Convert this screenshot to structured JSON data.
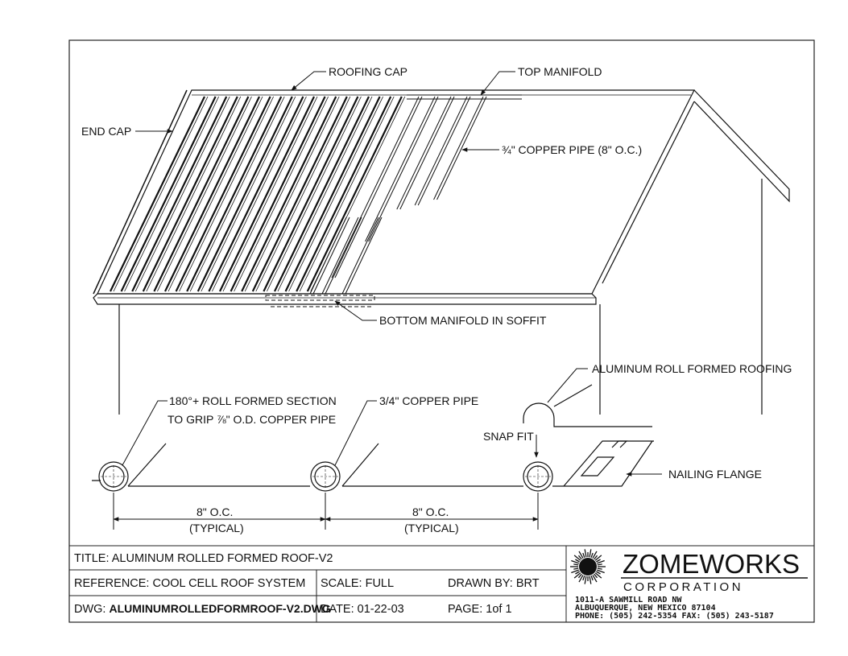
{
  "labels": {
    "roofing_cap": "ROOFING CAP",
    "top_manifold": "TOP MANIFOLD",
    "end_cap": "END CAP",
    "copper_pipe_frac": "¾",
    "copper_pipe_spacing": "\" COPPER PIPE (8\" O.C.)",
    "bottom_manifold": "BOTTOM MANIFOLD IN SOFFIT",
    "aluminum_roofing": "ALUMINUM ROLL FORMED ROOFING",
    "roll_section_line1": "180°+ ROLL FORMED SECTION",
    "roll_section_line2_prefix": "TO GRIP",
    "roll_section_frac": "⅞",
    "roll_section_line2_suffix": "\" O.D. COPPER PIPE",
    "copper_pipe_detail": "3/4\" COPPER PIPE",
    "snap_fit": "SNAP FIT",
    "nailing_flange": "NAILING FLANGE",
    "dim_left_value": "8\" O.C.",
    "dim_left_note": "(TYPICAL)",
    "dim_right_value": "8\" O.C.",
    "dim_right_note": "(TYPICAL)"
  },
  "title_block": {
    "title": "TITLE:  ALUMINUM ROLLED FORMED ROOF-V2",
    "reference": "REFERENCE:  COOL CELL ROOF SYSTEM",
    "scale": "SCALE:  FULL",
    "drawn_by": "DRAWN BY:  BRT",
    "dwg_label": "DWG:",
    "dwg_file": "ALUMINUMROLLEDFORMROOF-V2.DWG",
    "date": "DATE:  01-22-03",
    "page": "PAGE:  1of 1"
  },
  "company": {
    "name": "ZOMEWORKS",
    "suffix": "CORPORATION",
    "address1": "1011-A SAWMILL ROAD NW",
    "address2": "ALBUQUERQUE, NEW MEXICO 87104",
    "phone": "PHONE: (505) 242-5354  FAX: (505) 243-5187"
  }
}
